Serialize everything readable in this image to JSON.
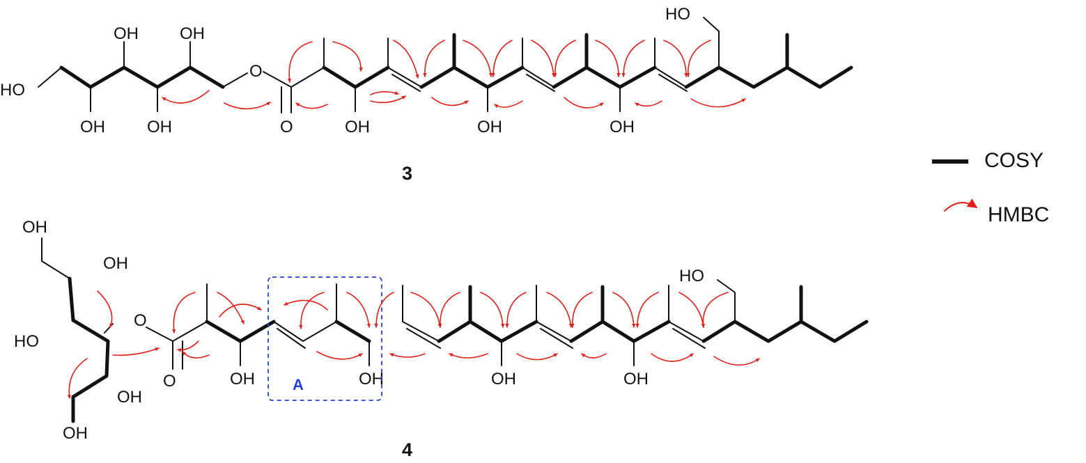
{
  "colors": {
    "bond": "#111111",
    "hmbc": "#e0201b",
    "region": "#2a3fd6"
  },
  "compounds": [
    {
      "id": "3"
    },
    {
      "id": "4"
    }
  ],
  "region_label": "A",
  "legend": {
    "cosy_label": "COSY",
    "hmbc_label": "HMBC"
  },
  "atoms": {
    "oh": "OH",
    "ho": "HO",
    "o": "O"
  }
}
